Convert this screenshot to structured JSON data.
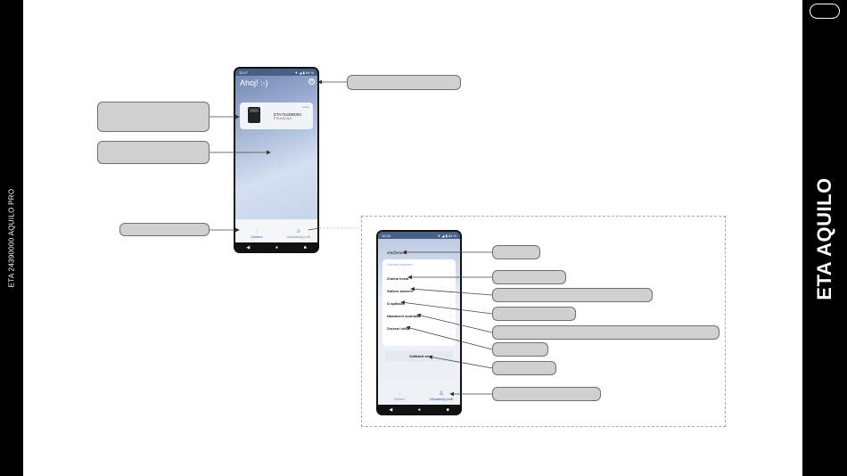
{
  "side_text": "ETA 24390000 AQUILO PRO",
  "brand": "ETA AQUILO",
  "phone_home": {
    "status_time": "10:27",
    "status_icons": "▼ ◢ ▮ 84 %",
    "greeting": "Ahoj! :-)",
    "device": {
      "id": "ETA724390000",
      "name": "ETA AQUILO",
      "status": "online"
    },
    "tabs": [
      {
        "label": "Zařízení",
        "icon": "◌"
      },
      {
        "label": "Uživatelský profil",
        "icon": "♙"
      }
    ]
  },
  "phone_profile": {
    "status_time": "10:26",
    "status_icons": "▼ ◢ ▮ 84 %",
    "email": "eta@eta.cz",
    "section_title": "Uživatel nastavení",
    "items": [
      {
        "label": "Změna hesla"
      },
      {
        "label": "Sdílení zařízení"
      },
      {
        "label": "O aplikaci"
      },
      {
        "label": "Nastavení souhlasů"
      },
      {
        "label": "Zrušení účtu"
      }
    ],
    "logout_label": "Odhlásit se",
    "tabs": [
      {
        "label": "Zařízení",
        "icon": "◌"
      },
      {
        "label": "Uživatelský profil",
        "icon": "♙"
      }
    ]
  },
  "nav_icons": [
    "◀",
    "●",
    "■"
  ]
}
